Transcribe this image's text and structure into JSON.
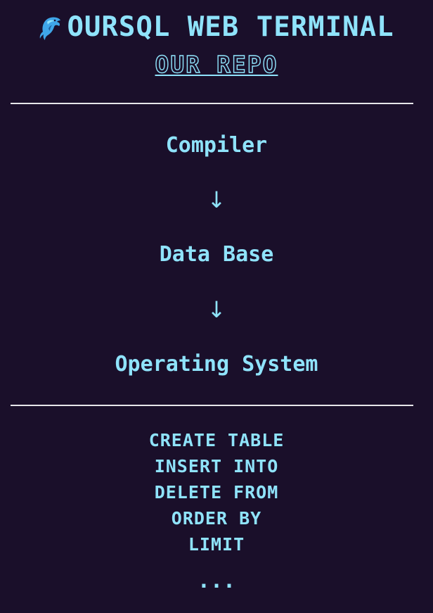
{
  "header": {
    "title": "OURSQL WEB TERMINAL",
    "repo_link": "OUR REPO"
  },
  "stack": {
    "layers": [
      "Compiler",
      "Data Base",
      "Operating System"
    ],
    "arrow": "↓"
  },
  "commands": {
    "items": [
      "CREATE TABLE",
      "INSERT INTO",
      "DELETE FROM",
      "ORDER BY",
      "LIMIT"
    ],
    "more": "..."
  },
  "colors": {
    "background": "#1a0f2a",
    "text": "#8fe3fb",
    "divider": "#e6e6ea"
  },
  "icons": {
    "logo": "dolphin-icon"
  }
}
